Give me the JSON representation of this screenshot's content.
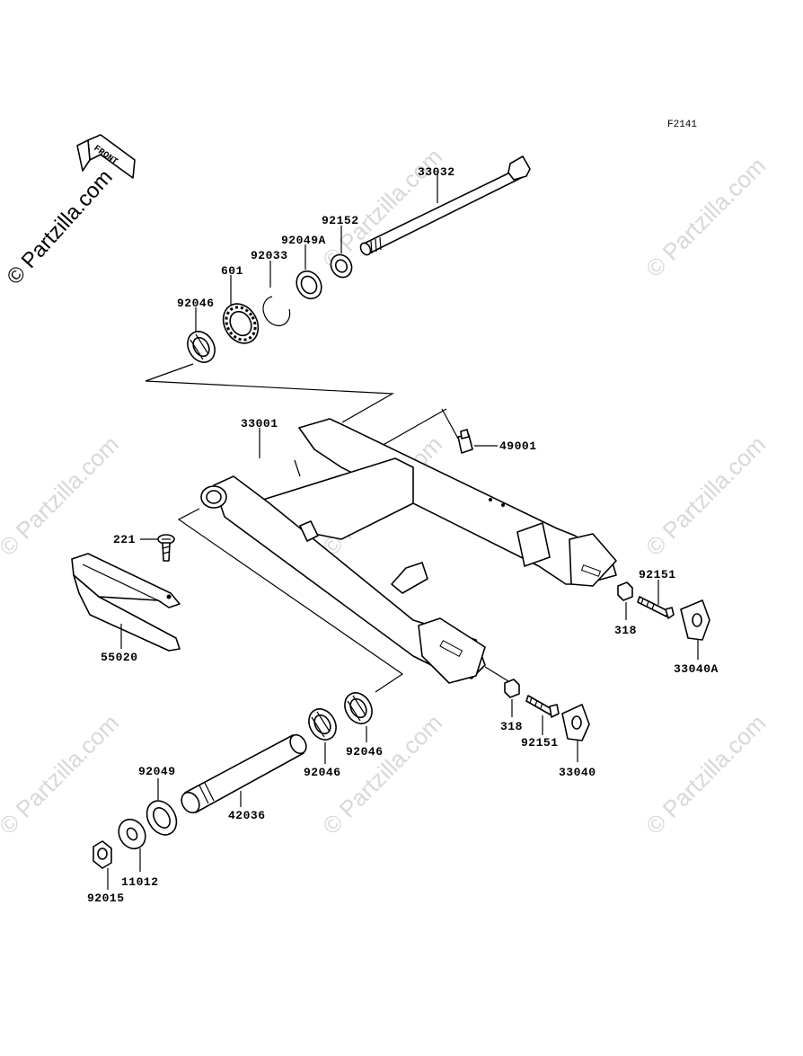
{
  "figure_code": "F2141",
  "front_label": "FRONT",
  "watermark_main": "© Partzilla.com",
  "watermark_repeat": "© Partzilla.com",
  "parts": {
    "p33032": "33032",
    "p92152": "92152",
    "p92049A": "92049A",
    "p92033": "92033",
    "p601": "601",
    "p92046_top": "92046",
    "p33001": "33001",
    "p49001": "49001",
    "p221": "221",
    "p55020": "55020",
    "p92151_r": "92151",
    "p318_r": "318",
    "p33040A": "33040A",
    "p318_c": "318",
    "p92151_c": "92151",
    "p33040": "33040",
    "p92046_b1": "92046",
    "p92046_b2": "92046",
    "p92049": "92049",
    "p42036": "42036",
    "p11012": "11012",
    "p92015": "92015"
  }
}
